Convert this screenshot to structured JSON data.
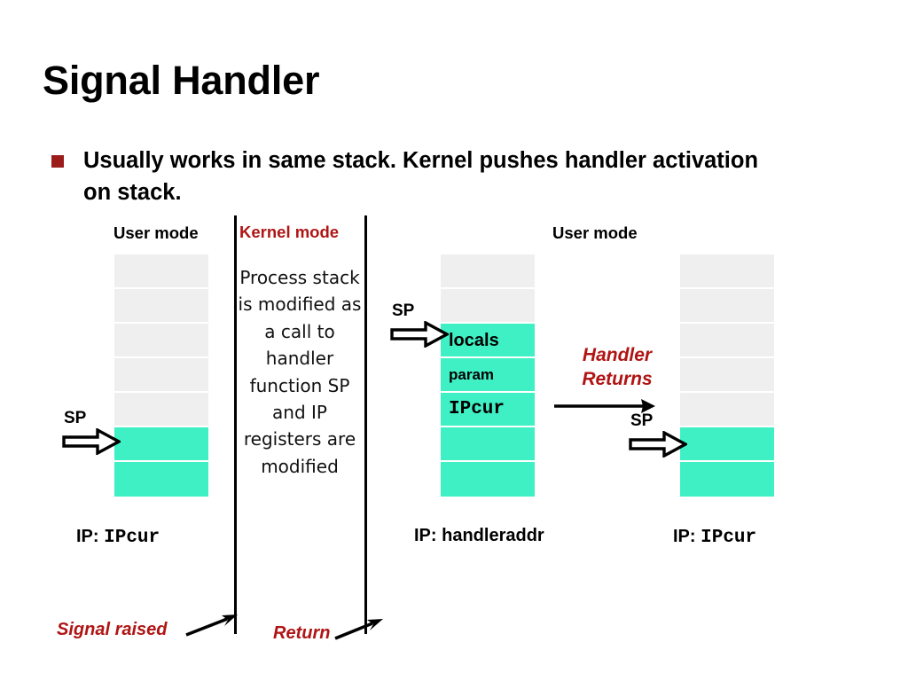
{
  "slide": {
    "title": "Signal Handler",
    "bullet": {
      "marker": "square-bullet",
      "text": "Usually works in same stack. Kernel pushes handler activation on stack."
    }
  },
  "colors": {
    "accent_red": "#b01515",
    "bullet_red": "#9c1b1b",
    "stack_teal": "#3ff0c4",
    "stack_gray": "#efefef",
    "text_black": "#000000"
  },
  "headings": {
    "user_mode_left": "User mode",
    "kernel_mode": "Kernel mode",
    "user_mode_right": "User mode"
  },
  "kernel_note": "Process stack is modified as a call to handler function SP and IP registers are modified",
  "stacks": [
    {
      "id": "stack-before",
      "cells": [
        {
          "fill": "gray",
          "label": ""
        },
        {
          "fill": "gray",
          "label": ""
        },
        {
          "fill": "gray",
          "label": ""
        },
        {
          "fill": "gray",
          "label": ""
        },
        {
          "fill": "gray",
          "label": ""
        },
        {
          "fill": "teal",
          "label": ""
        },
        {
          "fill": "teal",
          "label": ""
        }
      ],
      "sp_label": "SP",
      "ip_prefix": "IP:",
      "ip_value": "IPcur"
    },
    {
      "id": "stack-handler",
      "cells": [
        {
          "fill": "gray",
          "label": ""
        },
        {
          "fill": "gray",
          "label": ""
        },
        {
          "fill": "teal",
          "label": "locals"
        },
        {
          "fill": "teal",
          "label": "param"
        },
        {
          "fill": "teal",
          "label": "IPcur"
        },
        {
          "fill": "teal",
          "label": ""
        },
        {
          "fill": "teal",
          "label": ""
        }
      ],
      "sp_label": "SP",
      "ip_prefix": "IP:",
      "ip_value": "handleraddr"
    },
    {
      "id": "stack-after",
      "cells": [
        {
          "fill": "gray",
          "label": ""
        },
        {
          "fill": "gray",
          "label": ""
        },
        {
          "fill": "gray",
          "label": ""
        },
        {
          "fill": "gray",
          "label": ""
        },
        {
          "fill": "gray",
          "label": ""
        },
        {
          "fill": "teal",
          "label": ""
        },
        {
          "fill": "teal",
          "label": ""
        }
      ],
      "sp_label": "SP",
      "ip_prefix": "IP:",
      "ip_value": "IPcur"
    }
  ],
  "annotations": {
    "handler_returns_line1": "Handler",
    "handler_returns_line2": "Returns",
    "signal_raised": "Signal raised",
    "return": "Return"
  }
}
